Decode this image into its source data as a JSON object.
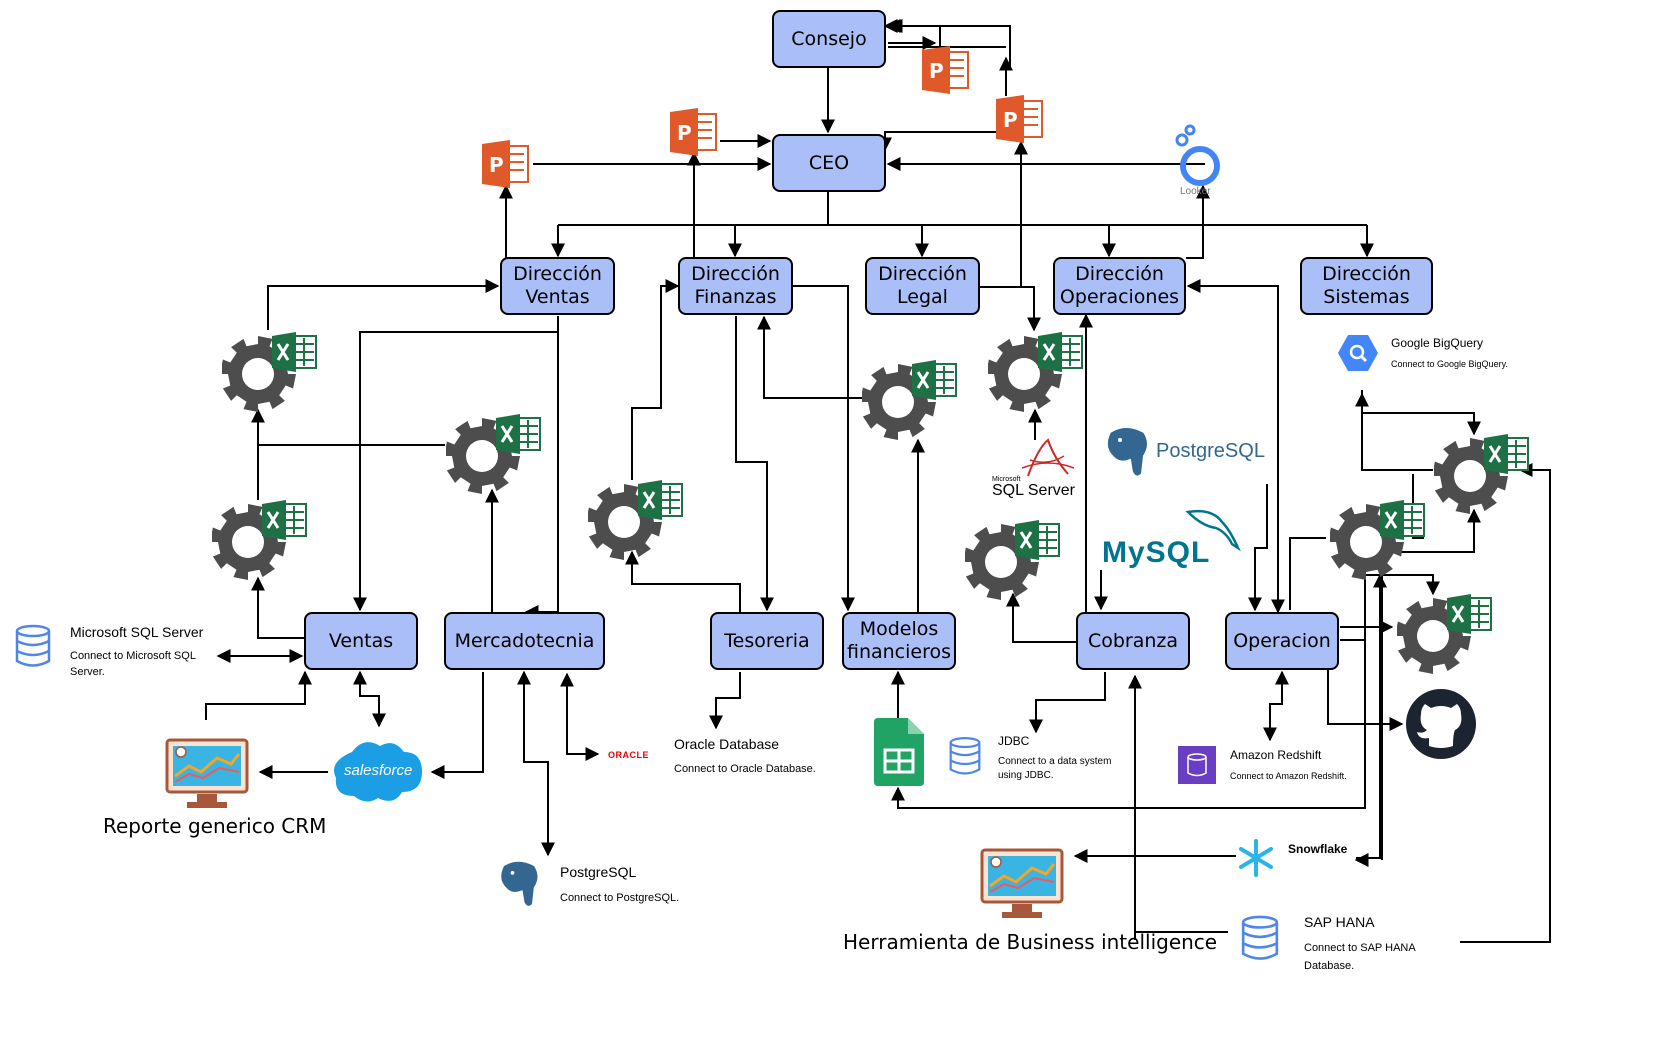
{
  "colors": {
    "node_fill": "#aabff7",
    "node_border": "#000000",
    "gear": "#4d4d4d",
    "excel_green": "#1e7145",
    "ppt_orange": "#e0592a",
    "db_blue": "#4f86ec",
    "salesforce": "#1b9ee4",
    "sheets_green": "#21a366",
    "snowflake": "#29b5e8",
    "github": "#1b2430",
    "redshift": "#6a3ec2"
  },
  "nodes": {
    "consejo": "Consejo",
    "ceo": "CEO",
    "dir_ventas": [
      "Dirección",
      "Ventas"
    ],
    "dir_finanzas": [
      "Dirección",
      "Finanzas"
    ],
    "dir_legal": [
      "Dirección",
      "Legal"
    ],
    "dir_operaciones": [
      "Dirección",
      "Operaciones"
    ],
    "dir_sistemas": [
      "Dirección",
      "Sistemas"
    ],
    "ventas": "Ventas",
    "mercadotecnia": "Mercadotecnia",
    "tesoreria": "Tesoreria",
    "modelos": [
      "Modelos",
      "financieros"
    ],
    "cobranza": "Cobranza",
    "operacion": "Operacion"
  },
  "connectors": {
    "mssql": {
      "title": "Microsoft SQL Server",
      "sub": [
        "Connect to Microsoft SQL",
        "Server."
      ],
      "icon": "database-icon"
    },
    "oracle": {
      "title": "Oracle Database",
      "sub": [
        "Connect to Oracle Database."
      ],
      "logo": "ORACLE"
    },
    "postgres": {
      "title": "PostgreSQL",
      "sub": [
        "Connect to PostgreSQL."
      ],
      "icon": "postgresql-elephant-icon"
    },
    "jdbc": {
      "title": "JDBC",
      "sub": [
        "Connect to a data system",
        "using JDBC."
      ],
      "icon": "database-icon"
    },
    "redshift": {
      "title": "Amazon Redshift",
      "sub": [
        "Connect to Amazon Redshift."
      ],
      "icon": "redshift-icon"
    },
    "bigquery": {
      "title": "Google BigQuery",
      "sub": [
        "Connect to Google BigQuery."
      ],
      "icon": "bigquery-icon"
    },
    "snowflake": {
      "title": "Snowflake",
      "icon": "snowflake-icon"
    },
    "saphana": {
      "title": "SAP HANA",
      "sub": [
        "Connect to SAP HANA",
        "Database."
      ],
      "icon": "database-icon"
    }
  },
  "logos": {
    "postgresql": "PostgreSQL",
    "mysql": "MySQL",
    "sqlserver_small": "Microsoft",
    "sqlserver": "SQL Server",
    "salesforce": "salesforce",
    "looker": "Looker"
  },
  "labels": {
    "crm_report": "Reporte generico CRM",
    "bi_tool": "Herramienta de Business intelligence"
  }
}
